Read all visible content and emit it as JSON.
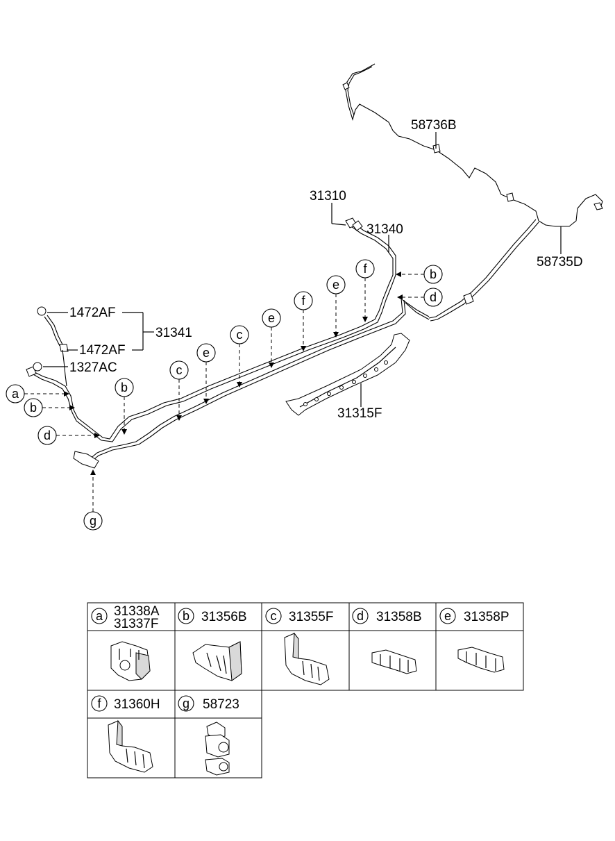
{
  "callouts": {
    "p58736B": "58736B",
    "p31310": "31310",
    "p31340": "31340",
    "p58735D": "58735D",
    "p1472AF_top": "1472AF",
    "p31341": "31341",
    "p1472AF_bot": "1472AF",
    "p1327AC": "1327AC",
    "p31315F": "31315F"
  },
  "letters": {
    "a": "a",
    "b": "b",
    "c": "c",
    "d": "d",
    "e": "e",
    "f": "f",
    "g": "g"
  },
  "parts_table": {
    "row1": [
      {
        "letter": "a",
        "codes": [
          "31338A",
          "31337F"
        ]
      },
      {
        "letter": "b",
        "codes": [
          "31356B"
        ]
      },
      {
        "letter": "c",
        "codes": [
          "31355F"
        ]
      },
      {
        "letter": "d",
        "codes": [
          "31358B"
        ]
      },
      {
        "letter": "e",
        "codes": [
          "31358P"
        ]
      }
    ],
    "row2": [
      {
        "letter": "f",
        "codes": [
          "31360H"
        ]
      },
      {
        "letter": "g",
        "codes": [
          "58723"
        ]
      }
    ]
  }
}
